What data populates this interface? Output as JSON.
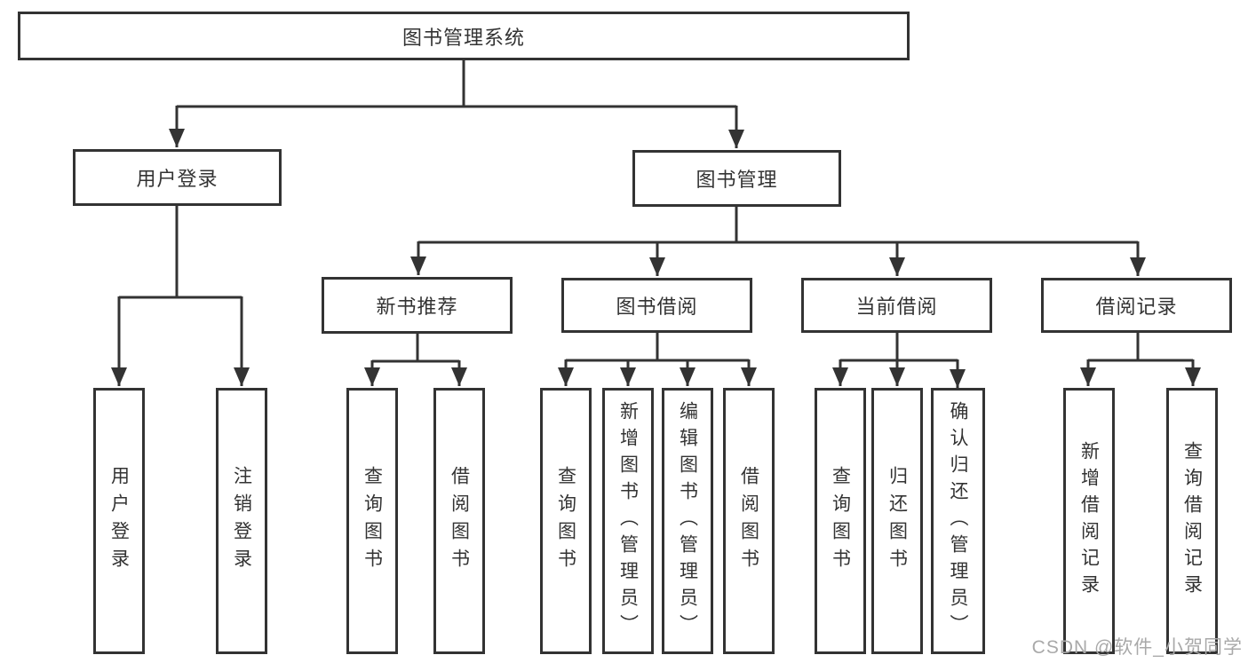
{
  "diagram_type": "hierarchy-tree",
  "colors": {
    "line": "#333333",
    "text": "#333333",
    "background": "#ffffff",
    "watermark": "#a9a9a9"
  },
  "nodes": {
    "root": {
      "label": "图书管理系统"
    },
    "user_login": {
      "label": "用户登录",
      "parent": "图书管理系统"
    },
    "book_mgmt": {
      "label": "图书管理",
      "parent": "图书管理系统"
    },
    "new_book": {
      "label": "新书推荐",
      "parent": "图书管理"
    },
    "book_borrow": {
      "label": "图书借阅",
      "parent": "图书管理"
    },
    "current_borrow": {
      "label": "当前借阅",
      "parent": "图书管理"
    },
    "borrow_records": {
      "label": "借阅记录",
      "parent": "图书管理"
    },
    "leaves": [
      {
        "parent": "用户登录",
        "label": "用户登录"
      },
      {
        "parent": "用户登录",
        "label": "注销登录"
      },
      {
        "parent": "新书推荐",
        "label": "查询图书"
      },
      {
        "parent": "新书推荐",
        "label": "借阅图书"
      },
      {
        "parent": "图书借阅",
        "label": "查询图书"
      },
      {
        "parent": "图书借阅",
        "label": "新增图书（管理员）"
      },
      {
        "parent": "图书借阅",
        "label": "编辑图书（管理员）"
      },
      {
        "parent": "图书借阅",
        "label": "借阅图书"
      },
      {
        "parent": "当前借阅",
        "label": "查询图书"
      },
      {
        "parent": "当前借阅",
        "label": "归还图书"
      },
      {
        "parent": "当前借阅",
        "label": "确认归还（管理员）"
      },
      {
        "parent": "借阅记录",
        "label": "新增借阅记录"
      },
      {
        "parent": "借阅记录",
        "label": "查询借阅记录"
      }
    ]
  },
  "watermark": {
    "text": "CSDN @软件_小贺同学"
  }
}
